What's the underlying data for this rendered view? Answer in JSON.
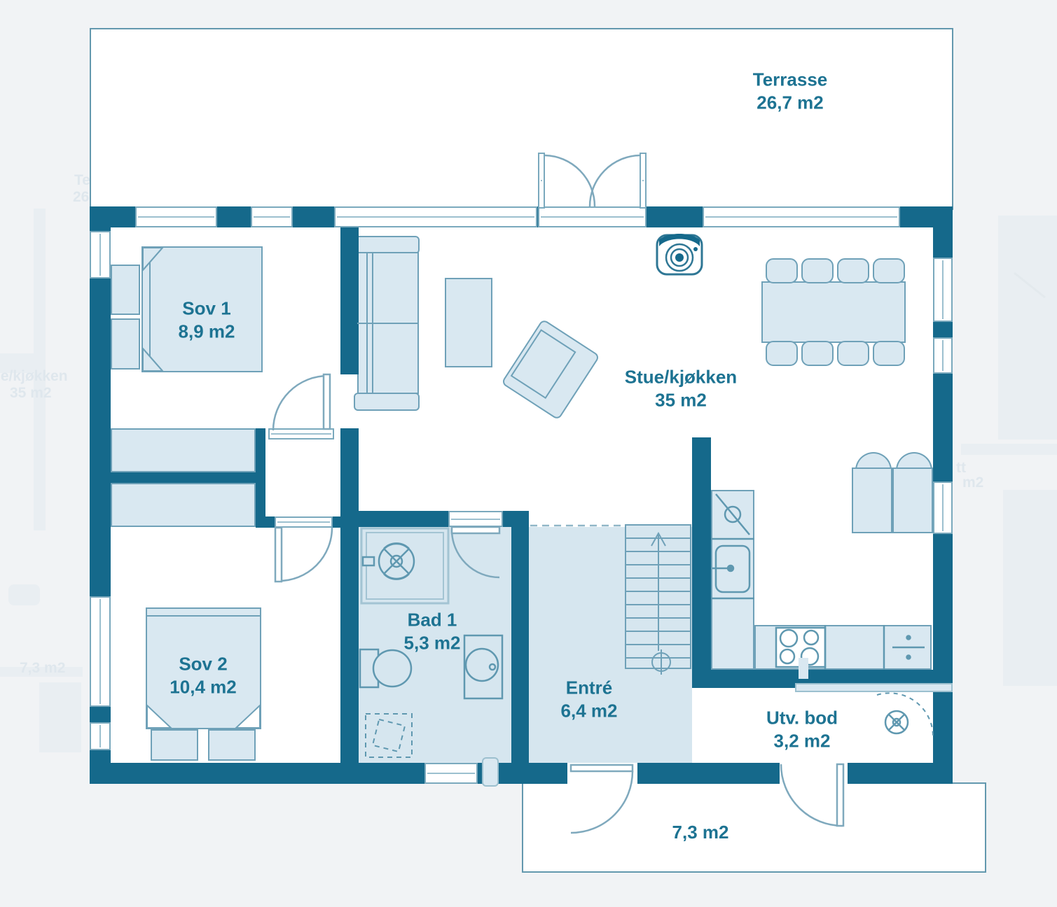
{
  "palette": {
    "wall": "#15698b",
    "label_text": "#1d7392",
    "furniture_fill": "#d9e8f1",
    "furniture_stroke": "#6fa1b8",
    "floor_blue": "#d6e6ef",
    "thin_outline": "#6398ae",
    "background": "#f1f3f5",
    "ghost": "#e9eef2"
  },
  "rooms": [
    {
      "label": "Terrasse",
      "area": "26,7 m2"
    },
    {
      "label": "Sov 1",
      "area": "8,9 m2"
    },
    {
      "label": "Stue/kjøkken",
      "area": "35 m2"
    },
    {
      "label": "Sov 2",
      "area": "10,4 m2"
    },
    {
      "label": "Bad 1",
      "area": "5,3 m2"
    },
    {
      "label": "Entré",
      "area": "6,4 m2"
    },
    {
      "label": "Utv. bod",
      "area": "3,2 m2"
    },
    {
      "label": "",
      "area": "7,3 m2"
    }
  ],
  "ghosts": {
    "left_room": "ue/kjøkken",
    "left_room_area": "35 m2",
    "left_terrace_1": "Te",
    "left_terrace_2": "26",
    "left_porch_area": "7,3 m2",
    "right_1": "tt",
    "right_2": "m2"
  }
}
